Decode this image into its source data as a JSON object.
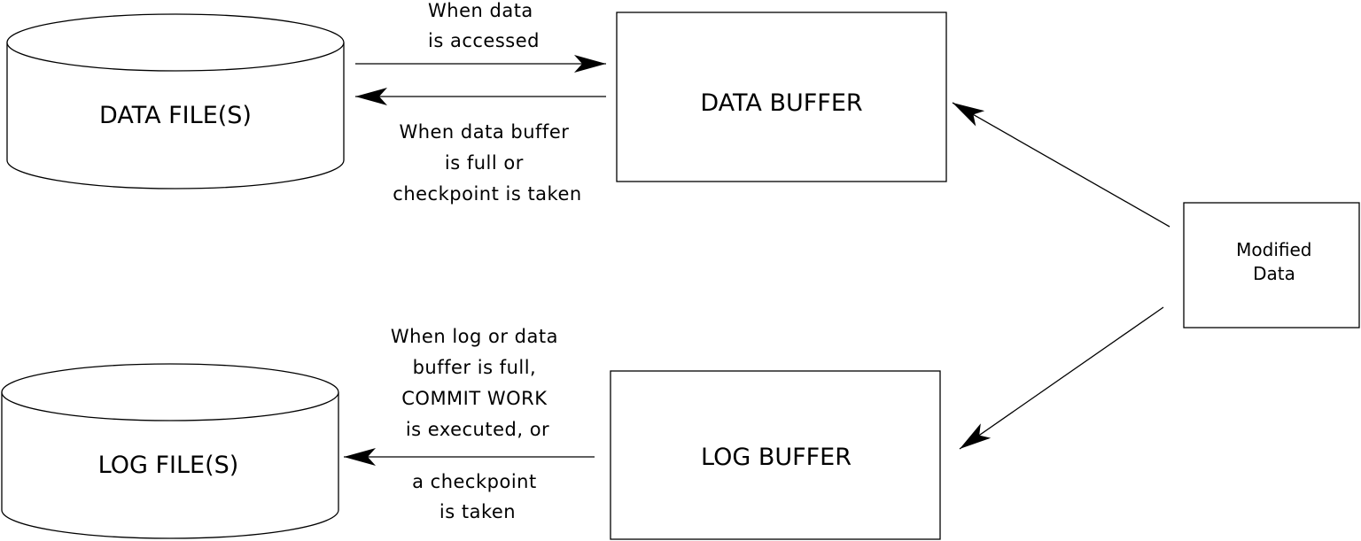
{
  "diagram": {
    "data_file": {
      "label": "DATA FILE(S)"
    },
    "log_file": {
      "label": "LOG FILE(S)"
    },
    "data_buffer": {
      "label": "DATA BUFFER"
    },
    "log_buffer": {
      "label": "LOG BUFFER"
    },
    "modified_data": {
      "lines": [
        "Modified",
        "Data"
      ]
    },
    "read_arrow": {
      "lines": [
        "When data",
        "is accessed"
      ]
    },
    "write_arrow": {
      "lines": [
        "When data buffer",
        "is full or",
        "checkpoint is taken"
      ]
    },
    "log_arrow": {
      "lines_above": [
        "When log or data",
        "buffer is full,",
        "COMMIT WORK",
        "is executed, or"
      ],
      "lines_below": [
        "a checkpoint",
        "is taken"
      ]
    }
  }
}
